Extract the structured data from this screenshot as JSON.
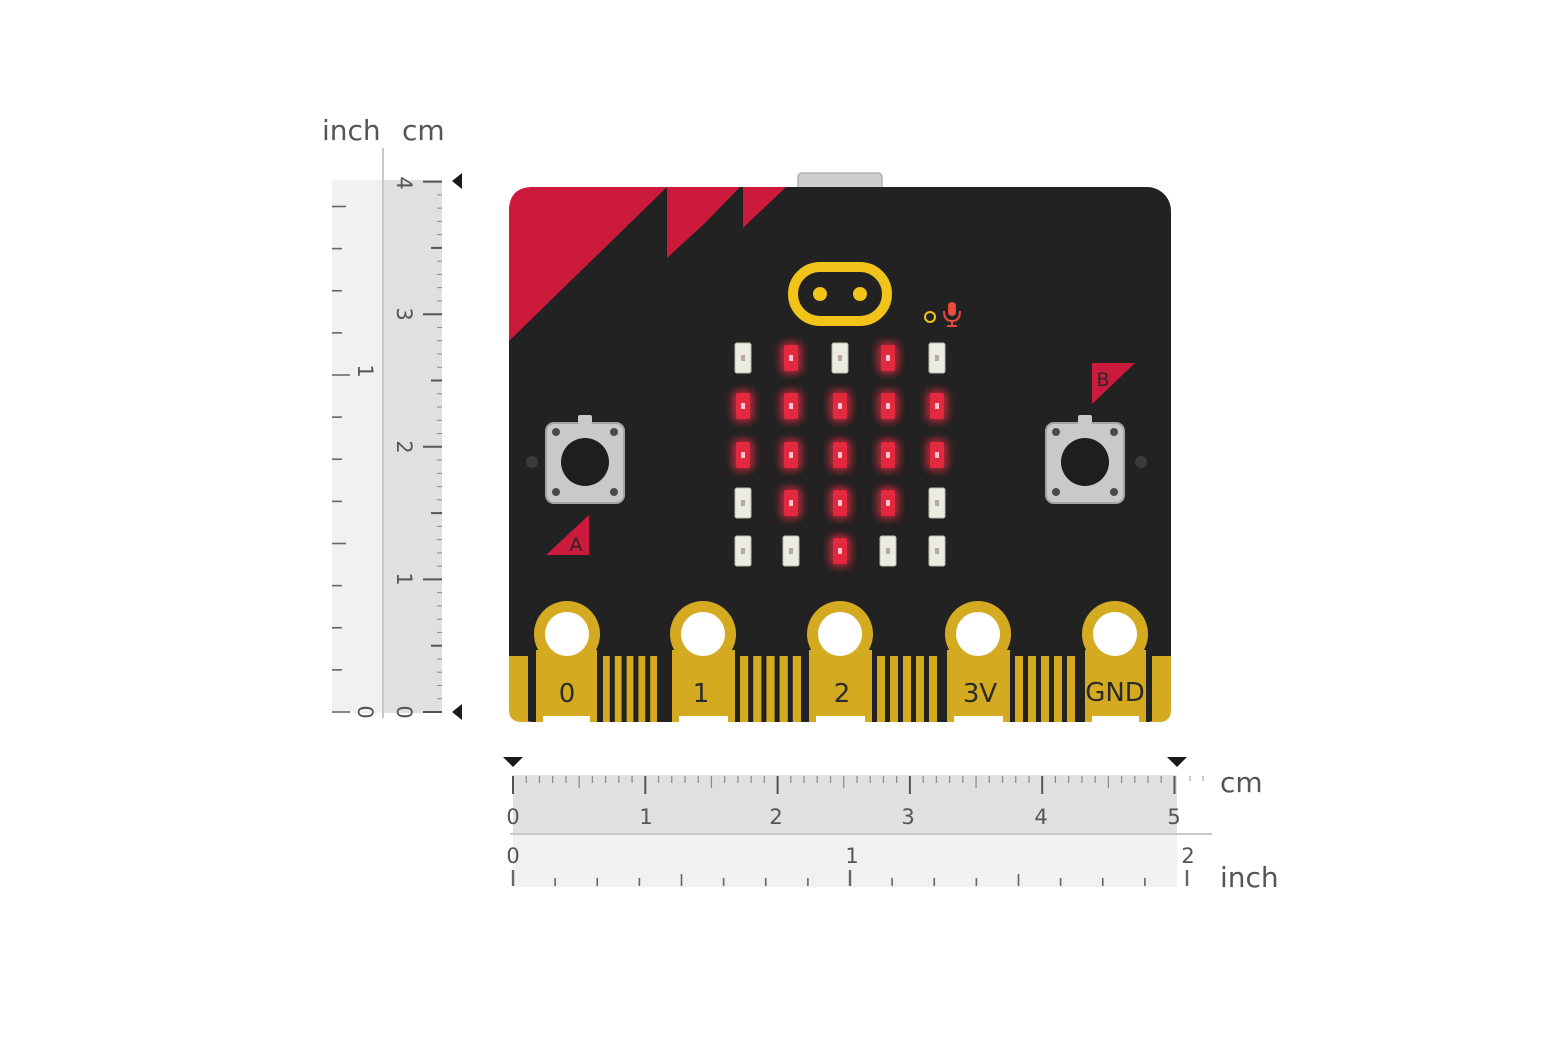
{
  "units": {
    "vertical_inch_label": "inch",
    "vertical_cm_label": "cm",
    "horizontal_cm_label": "cm",
    "horizontal_inch_label": "inch"
  },
  "vertical_ruler": {
    "cm_ticks": [
      "0",
      "1",
      "2",
      "3",
      "4"
    ],
    "inch_ticks": [
      "0",
      "1"
    ]
  },
  "horizontal_ruler": {
    "cm_ticks": [
      "0",
      "1",
      "2",
      "3",
      "4",
      "5"
    ],
    "inch_ticks": [
      "0",
      "1",
      "2"
    ]
  },
  "board": {
    "button_a_label": "A",
    "button_b_label": "B",
    "pins": [
      "0",
      "1",
      "2",
      "3V",
      "GND"
    ],
    "led_matrix": [
      [
        0,
        1,
        0,
        1,
        0
      ],
      [
        1,
        1,
        1,
        1,
        1
      ],
      [
        1,
        1,
        1,
        1,
        1
      ],
      [
        0,
        1,
        1,
        1,
        0
      ],
      [
        0,
        0,
        1,
        0,
        0
      ]
    ],
    "colors": {
      "pcb": "#222222",
      "accent_red": "#cc1a3d",
      "gold": "#d4aa21",
      "led_on": "#e2293f",
      "led_off": "#e9ecdf"
    }
  }
}
